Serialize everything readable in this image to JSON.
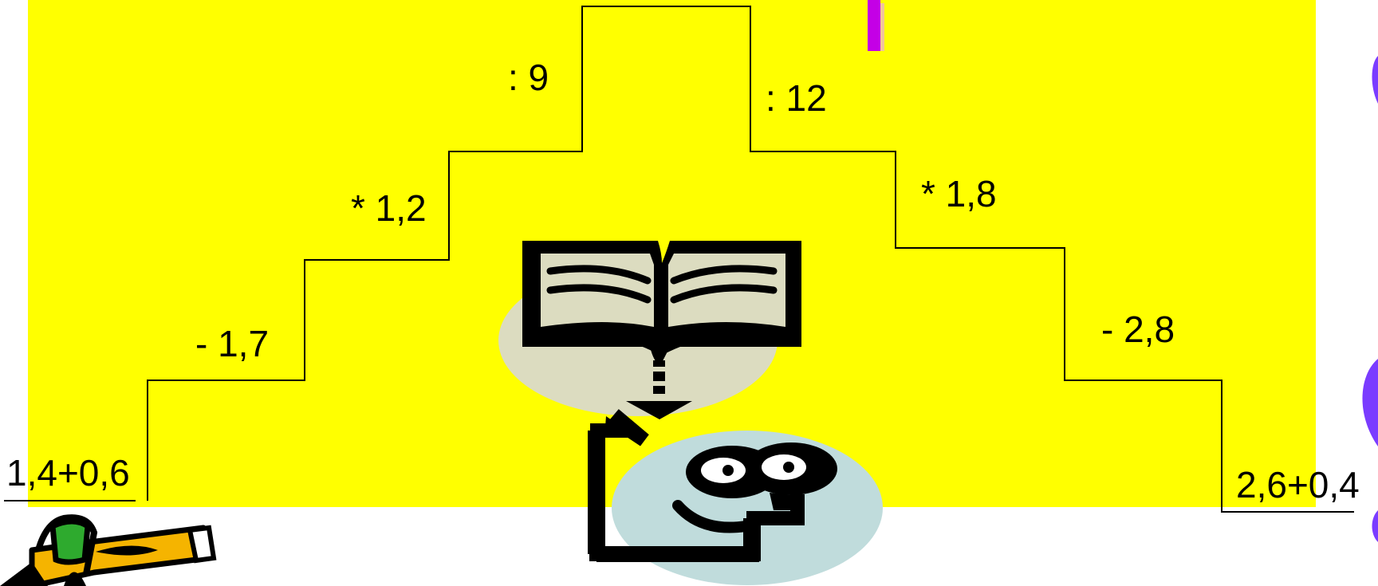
{
  "diagram": {
    "start_expression": "1,4+0,6",
    "end_expression": "2,6+0,4",
    "left_steps": [
      "- 1,7",
      "* 1,2",
      ": 9"
    ],
    "right_steps": [
      ": 12",
      "* 1,8",
      "- 2,8"
    ]
  },
  "colors": {
    "background": "#ffff00",
    "lines": "#000000",
    "book_oval": "#dcdcc0",
    "face_oval": "#c0dcdc",
    "accent_magenta": "#c400e6",
    "accent_violet": "#7a3cff",
    "pencil_body": "#f5b400",
    "pencil_eraser": "#2eaa2e"
  },
  "icons": [
    "open-book-icon",
    "down-arrow-icon",
    "face-icon",
    "pencil-icon"
  ]
}
